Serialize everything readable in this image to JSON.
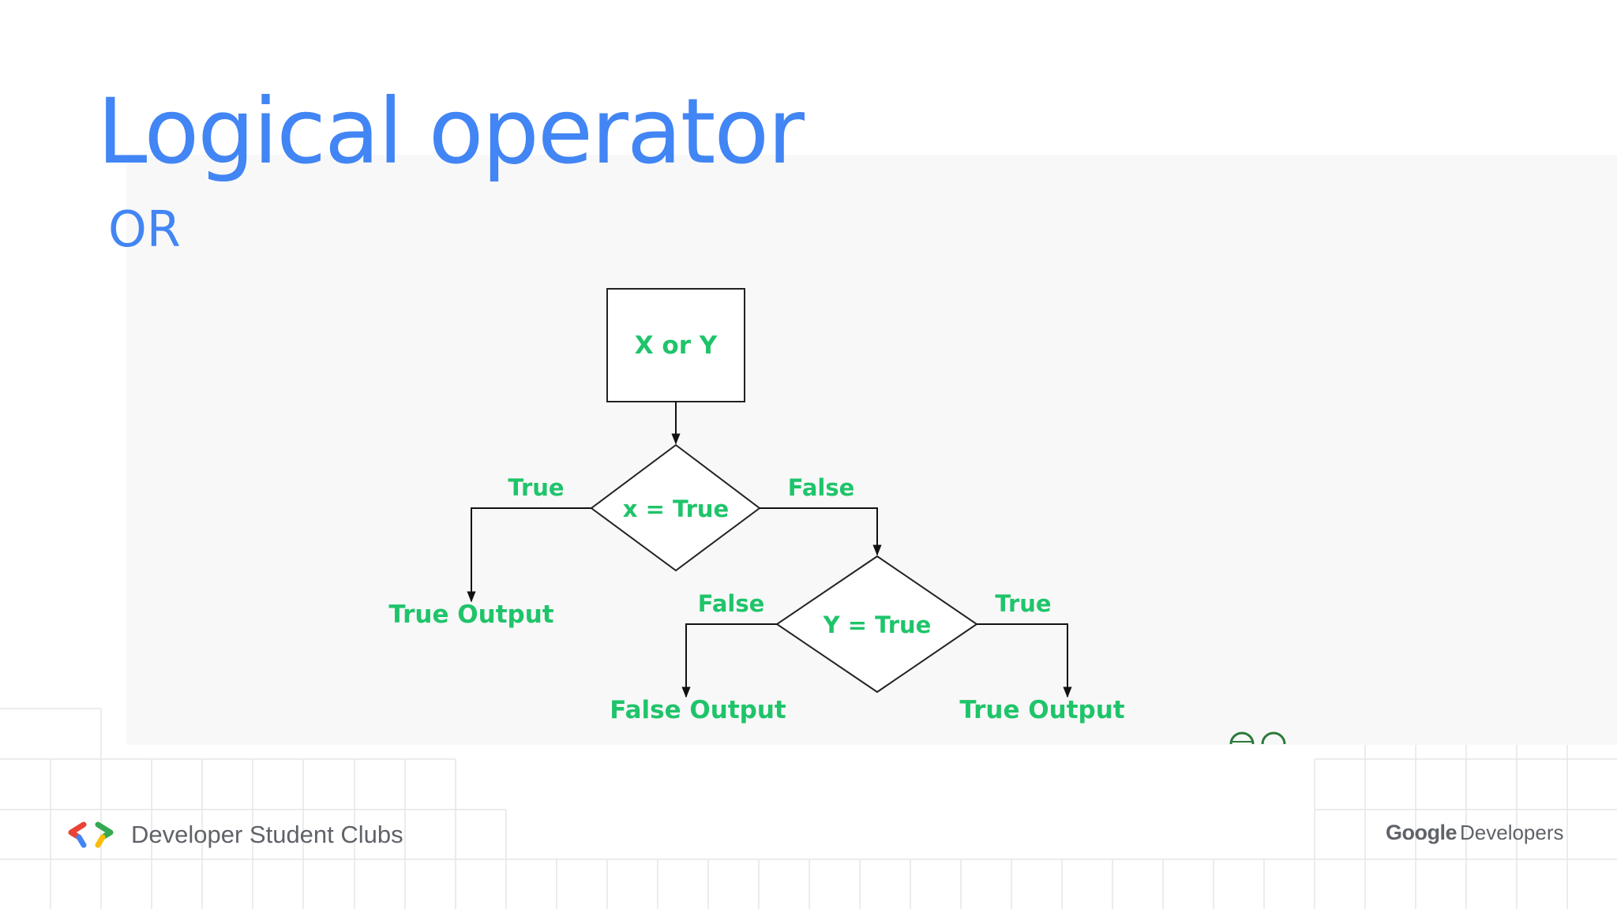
{
  "slide": {
    "title": "Logical operator",
    "subtitle": "OR"
  },
  "flowchart": {
    "start_box": "X or Y",
    "decision_x": "x = True",
    "decision_y": "Y = True",
    "branch_x_true": "True",
    "branch_x_false": "False",
    "branch_y_false": "False",
    "branch_y_true": "True",
    "output_x_true": "True Output",
    "output_y_false": "False Output",
    "output_y_true": "True Output"
  },
  "footer": {
    "left_label": "Developer Student Clubs",
    "right_brand": "Google",
    "right_label": "Developers"
  },
  "colors": {
    "title_blue": "#4285f4",
    "flow_green": "#1fc46a",
    "logo_red": "#ea4335",
    "logo_blue": "#4285f4",
    "logo_green": "#34a853",
    "logo_yellow": "#fbbc04",
    "footer_gray": "#5f6368"
  }
}
